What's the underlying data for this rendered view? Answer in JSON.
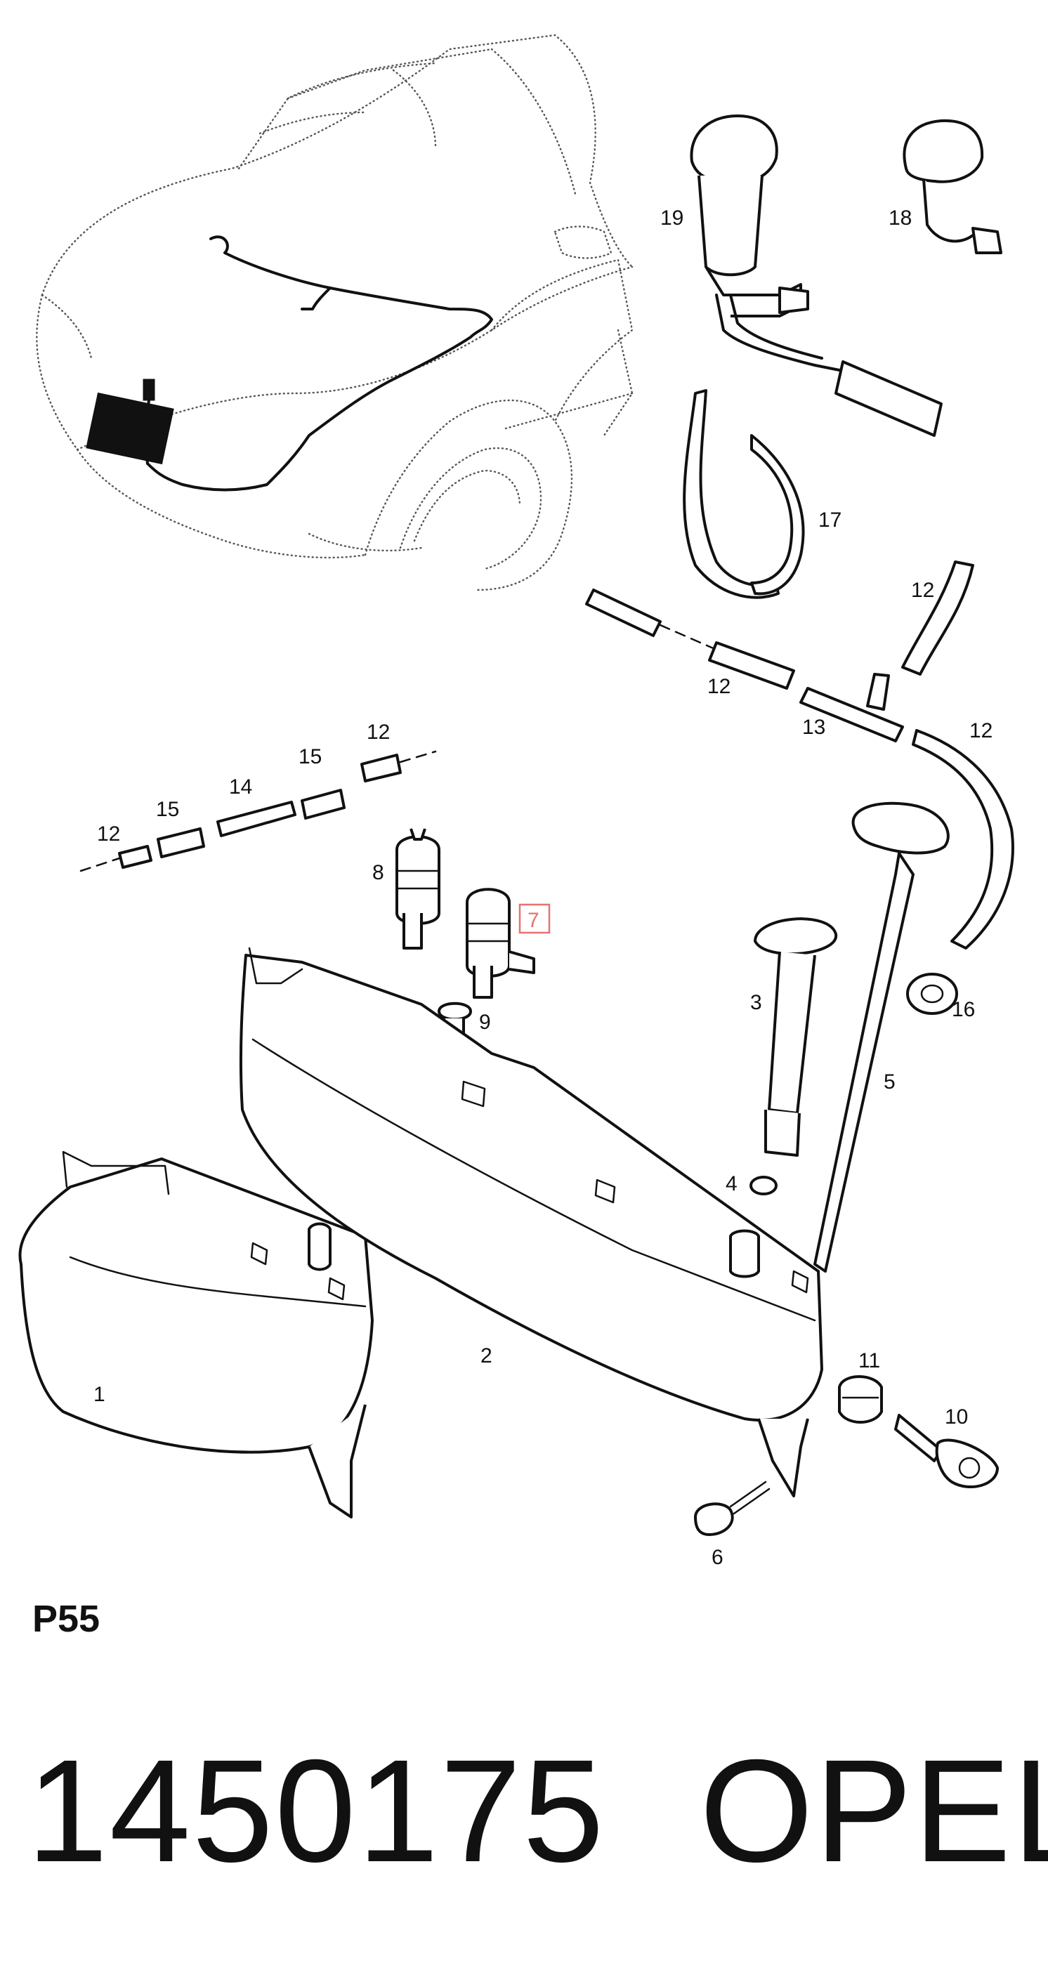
{
  "diagram": {
    "callouts": {
      "c1": "1",
      "c2": "2",
      "c3": "3",
      "c4": "4",
      "c5": "5",
      "c6": "6",
      "c7": "7",
      "c8": "8",
      "c9": "9",
      "c10": "10",
      "c11": "11",
      "c12a": "12",
      "c12b": "12",
      "c12c": "12",
      "c12d": "12",
      "c12e": "12",
      "c13": "13",
      "c14": "14",
      "c15a": "15",
      "c15b": "15",
      "c16": "16",
      "c17": "17",
      "c18": "18",
      "c19": "19"
    },
    "highlighted_callout": "7",
    "highlight_color": "#e57373"
  },
  "section_code": "P55",
  "part_number": "1450175",
  "brand": "OPEL"
}
